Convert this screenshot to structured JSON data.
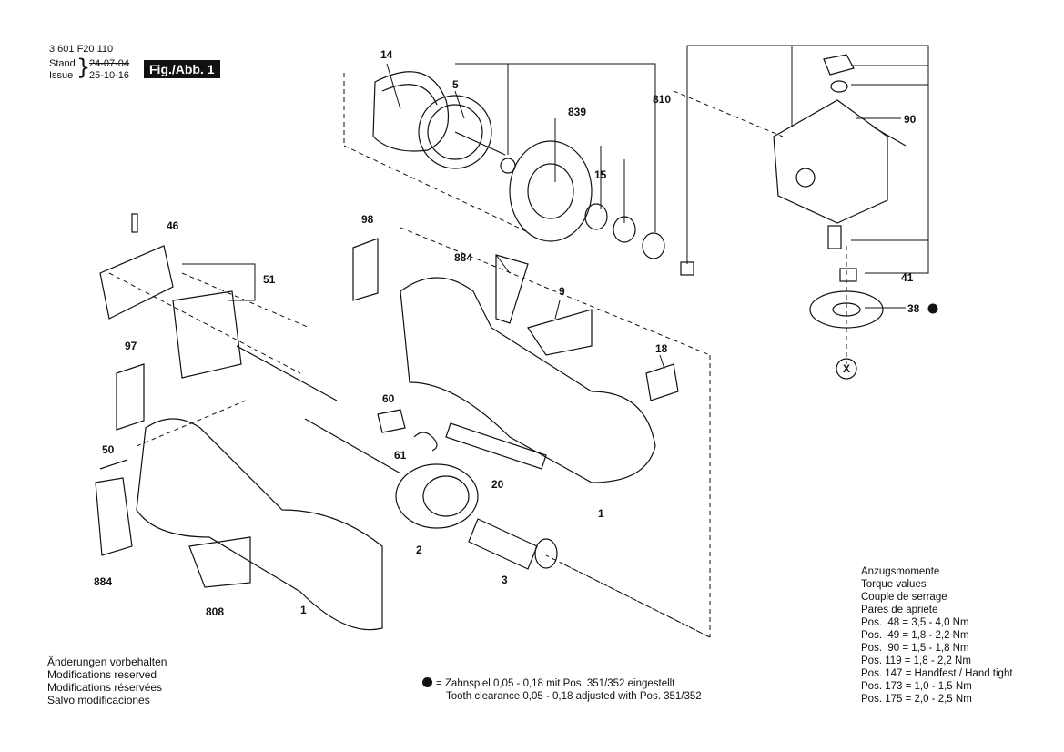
{
  "header": {
    "part_number": "3 601 F20 110",
    "stand_label": "Stand",
    "issue_label": "Issue",
    "stand_date": "24-07-04",
    "issue_date": "25-10-16",
    "fig_label": "Fig./Abb. 1"
  },
  "parts": {
    "p14": "14",
    "p5": "5",
    "p839": "839",
    "p15": "15",
    "p810": "810",
    "p90": "90",
    "p46": "46",
    "p51": "51",
    "p98": "98",
    "p884a": "884",
    "p9": "9",
    "p41": "41",
    "p38": "38",
    "p97": "97",
    "p18": "18",
    "x": "X",
    "p60": "60",
    "p61": "61",
    "p50": "50",
    "p20": "20",
    "p1a": "1",
    "p884b": "884",
    "p2": "2",
    "p3": "3",
    "p808": "808",
    "p1b": "1"
  },
  "notes": {
    "line1": "Änderungen vorbehalten",
    "line2": "Modifications reserved",
    "line3": "Modifications réservées",
    "line4": "Salvo modificaciones"
  },
  "clearance": {
    "line1": "= Zahnspiel 0,05 - 0,18 mit Pos. 351/352 eingestellt",
    "line2": "Tooth clearance 0,05 - 0,18 adjusted with Pos. 351/352"
  },
  "torque": {
    "title1": "Anzugsmomente",
    "title2": "Torque values",
    "title3": "Couple de serrage",
    "title4": "Pares de apriete",
    "rows": [
      "Pos.  48 = 3,5 - 4,0 Nm",
      "Pos.  49 = 1,8 - 2,2 Nm",
      "Pos.  90 = 1,5 - 1,8 Nm",
      "Pos. 119 = 1,8 - 2,2 Nm",
      "Pos. 147 = Handfest / Hand tight",
      "Pos. 173 = 1,0 - 1,5 Nm",
      "Pos. 175 = 2,0 - 2,5 Nm"
    ]
  }
}
